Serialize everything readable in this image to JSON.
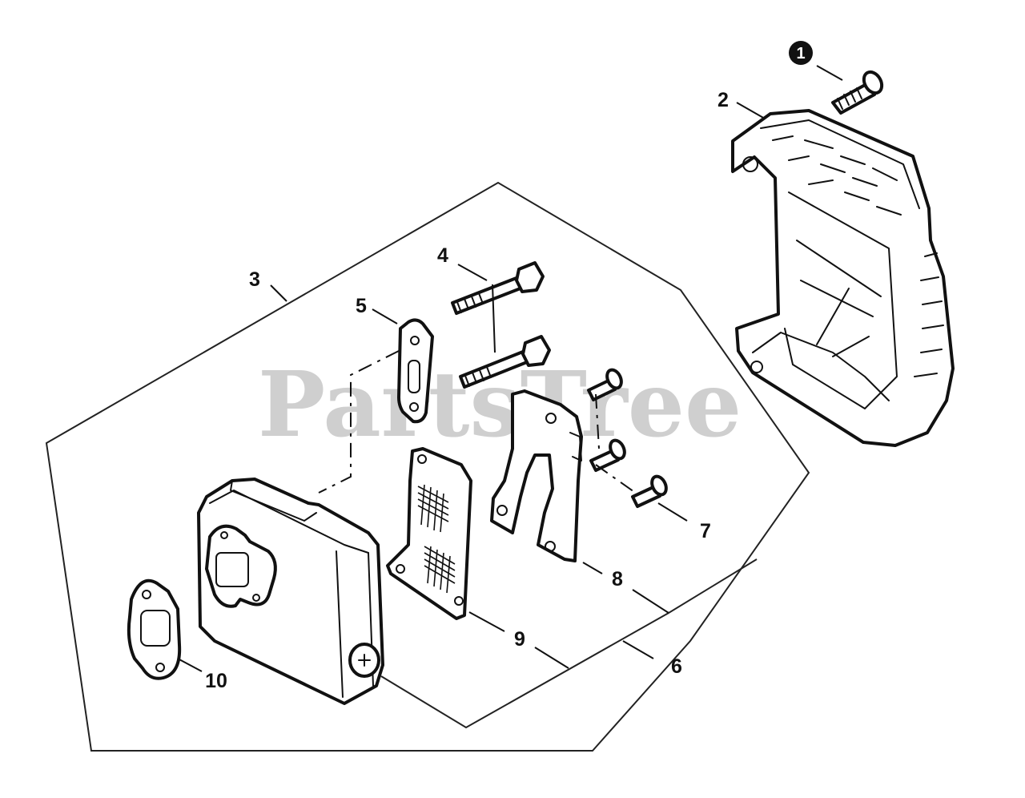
{
  "watermark": "PartsTree",
  "callouts": {
    "c1": "1",
    "c2": "2",
    "c3": "3",
    "c4": "4",
    "c5": "5",
    "c6": "6",
    "c7": "7",
    "c8": "8",
    "c9": "9",
    "c10": "10"
  }
}
